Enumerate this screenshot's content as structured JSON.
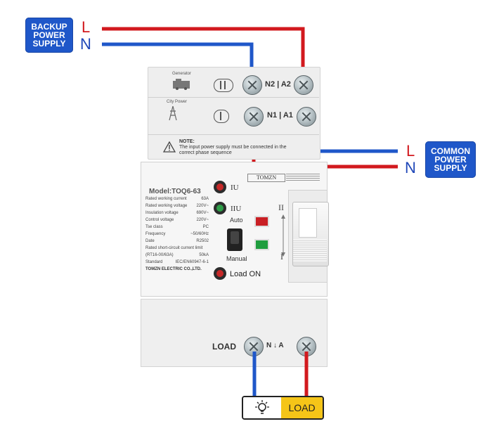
{
  "backup_callout": {
    "lines": [
      "BACKUP",
      "POWER",
      "SUPPLY"
    ]
  },
  "common_callout": {
    "lines": [
      "COMMON",
      "POWER",
      "SUPPLY"
    ]
  },
  "wire_labels": {
    "L": "L",
    "N": "N"
  },
  "device": {
    "generator_label": "Generator",
    "city_power_label": "City Power",
    "top_terminals_label_generator": "N2 | A2",
    "top_terminals_label_city": "N1 | A1",
    "note_title": "NOTE:",
    "note_text": "The input power supply must be connected in the correct phase sequence",
    "brand": "TOMZN",
    "model": "Model:TOQ6-63",
    "specs": [
      {
        "k": "Rated working current",
        "v": "63A"
      },
      {
        "k": "Rated working voltage",
        "v": "220V~"
      },
      {
        "k": "Insulation voltage",
        "v": "690V~"
      },
      {
        "k": "Control voltage",
        "v": "220V~"
      },
      {
        "k": "Tse class",
        "v": "PC"
      },
      {
        "k": "Frequency",
        "v": "~50/60Hz"
      },
      {
        "k": "Date",
        "v": "R2502"
      }
    ],
    "short_circuit_label": "Rated short-circuit current limit",
    "short_circuit_row": {
      "k": "(RT16-00/63A)",
      "v": "50kA"
    },
    "standard_row": {
      "k": "Standard",
      "v": "IEC/EN60947-6-1"
    },
    "manufacturer": "TOMZN ELECTRIC CO.,LTD.",
    "indicator_1": "IU",
    "indicator_2": "IIU",
    "auto_label": "Auto",
    "manual_label": "Manual",
    "load_on_label": "Load ON",
    "switch_top": "II",
    "switch_bottom": "I",
    "bottom_terminal_load": "LOAD",
    "bottom_terminal_labels": "N ↓ A"
  },
  "load_box": {
    "label": "LOAD",
    "icon": "lightbulb-icon"
  },
  "colors": {
    "live": "#d2191e",
    "neutral": "#1f57c9",
    "callout": "#1f57c9",
    "load_yellow": "#f5c518"
  }
}
